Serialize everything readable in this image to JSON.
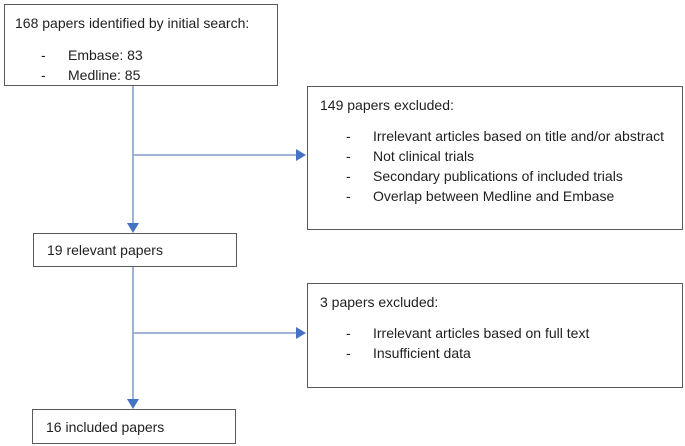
{
  "figure": {
    "kind": "study-selection-flowchart"
  },
  "colors": {
    "background": "#ffffff",
    "box_border": "#595959",
    "text": "#1f1f1f",
    "connector_line": "#9db4d2",
    "arrowhead": "#4472c4"
  },
  "bullet_char": "-",
  "boxes": {
    "initial": {
      "title": "168 papers identified by initial search:",
      "items": [
        "Embase: 83",
        "Medline: 85"
      ]
    },
    "excluded1": {
      "title": "149 papers excluded:",
      "items": [
        "Irrelevant articles based on title and/or abstract",
        "Not clinical trials",
        "Secondary publications of included trials",
        "Overlap between Medline and Embase"
      ]
    },
    "relevant": {
      "title": "19 relevant papers"
    },
    "excluded2": {
      "title": "3 papers excluded:",
      "items": [
        "Irrelevant articles based on full text",
        "Insufficient data"
      ]
    },
    "included": {
      "title": "16 included papers"
    }
  }
}
